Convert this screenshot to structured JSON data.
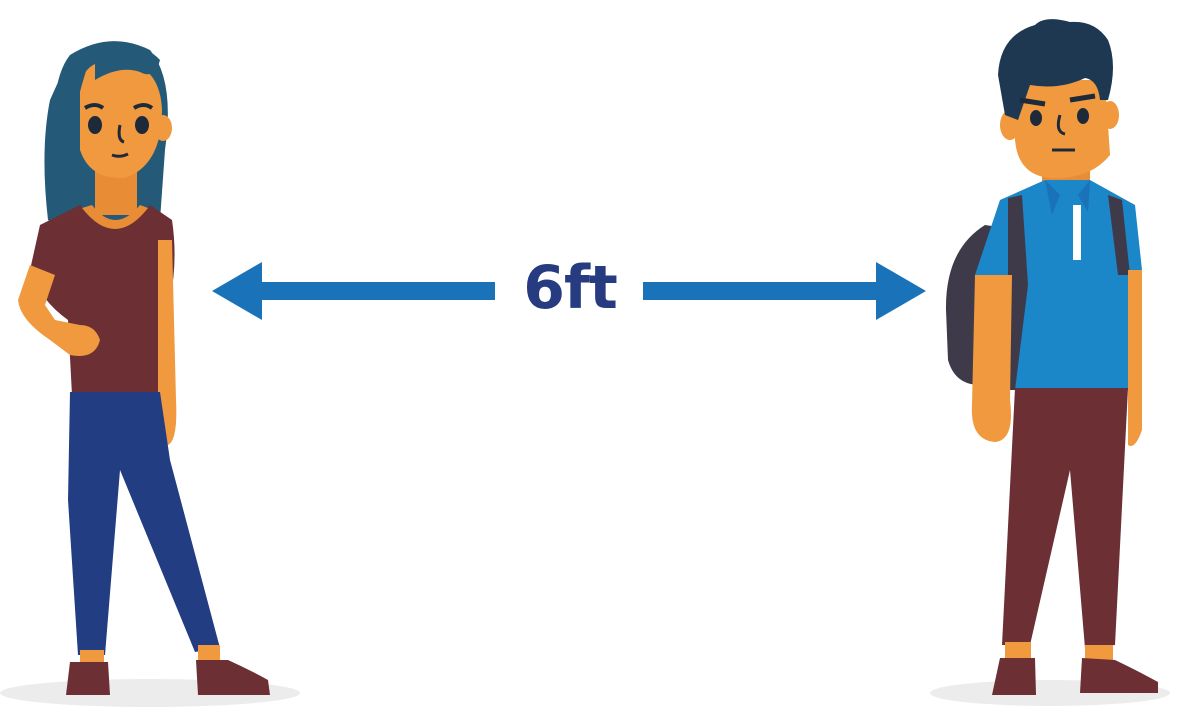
{
  "distance": {
    "label": "6ft"
  },
  "colors": {
    "background": "#ffffff",
    "arrow": "#1a73b8",
    "label": "#263b80",
    "skin": "#f0993f",
    "woman_hair": "#245a78",
    "woman_top": "#6b2f34",
    "woman_jeans": "#233d83",
    "man_hair": "#1f3852",
    "man_shirt": "#1b86c8",
    "man_pants": "#6b2f34",
    "backpack": "#3e3a4a",
    "shoes": "#6b2f34",
    "shadow": "#ececec"
  },
  "icons": {
    "left_arrow": "arrow-left-icon",
    "right_arrow": "arrow-right-icon",
    "woman": "woman-figure",
    "man": "man-figure"
  }
}
